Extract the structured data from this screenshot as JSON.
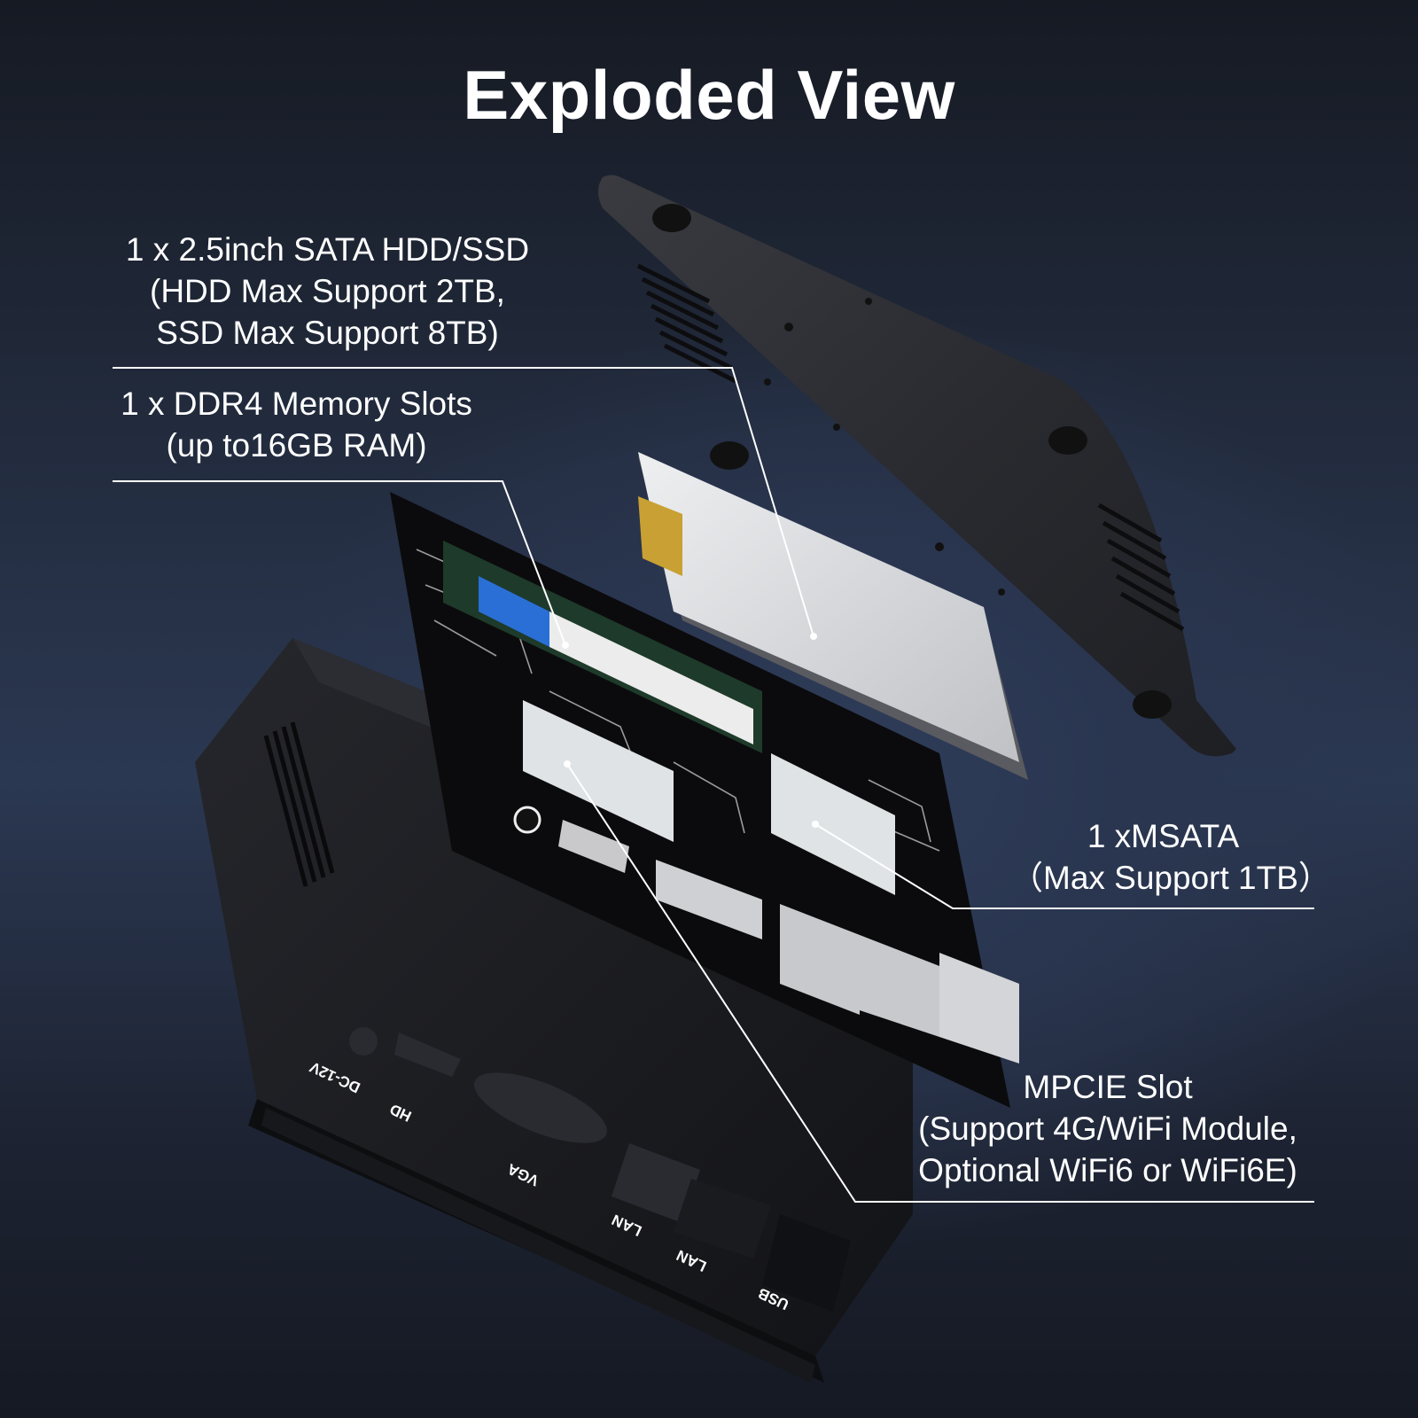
{
  "title": "Exploded View",
  "callouts": {
    "sata": {
      "lines": [
        "1 x 2.5inch SATA HDD/SSD",
        "(HDD Max Support 2TB,",
        "SSD Max Support 8TB)"
      ]
    },
    "memory": {
      "lines": [
        "1 x DDR4 Memory Slots",
        "(up to16GB RAM)"
      ]
    },
    "msata": {
      "lines": [
        "1 xMSATA",
        "（Max Support 1TB）"
      ]
    },
    "mpcie": {
      "lines": [
        "MPCIE Slot",
        "(Support 4G/WiFi Module,",
        "Optional WiFi6 or WiFi6E)"
      ]
    }
  },
  "ports": {
    "dc": "DC-12V",
    "hd": "HD",
    "vga": "VGA",
    "lan1": "LAN",
    "lan2": "LAN",
    "usb": "USB"
  },
  "colors": {
    "background_top": "#161a23",
    "background_mid": "#2b3852",
    "text": "#ffffff",
    "case": "#1b1c20",
    "ssd": "#d9dadc",
    "pcb": "#0c0c0e",
    "ram_label": "#2a6fd6"
  }
}
